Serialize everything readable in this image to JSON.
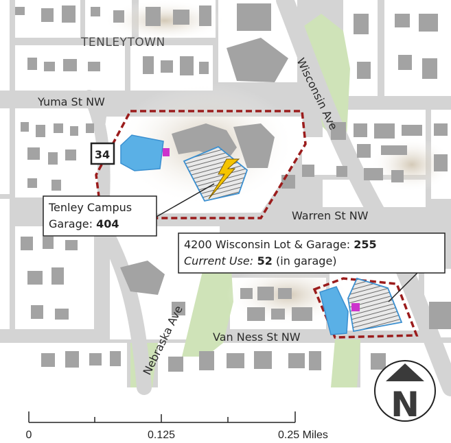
{
  "colors": {
    "background": "#d4d4d4",
    "block": "#ffffff",
    "building": "#a3a3a3",
    "park": "#cfe3b8",
    "boundary": "#9b1c1c",
    "lot": "#5ab0e6",
    "garage_outline": "#3a8fd0",
    "electric": "#f5c400",
    "marker": "#cc33cc"
  },
  "neighborhood": "TENLEYTOWN",
  "streets": {
    "yuma": "Yuma St NW",
    "warren": "Warren St NW",
    "van_ness": "Van Ness St NW",
    "wisconsin": "Wisconsin Ave",
    "nebraska": "Nebraska Ave"
  },
  "route_shield": "34",
  "callouts": {
    "tenley": {
      "line1": "Tenley Campus",
      "line2_label": "Garage: ",
      "line2_value": "404"
    },
    "wisconsin": {
      "line1_label": "4200 Wisconsin Lot & Garage: ",
      "line1_value": "255",
      "line2_label": "Current Use:",
      "line2_value": " 52",
      "line2_suffix": " (in garage)"
    }
  },
  "icons": {
    "electric": "lightning-bolt-icon",
    "north": "north-arrow-icon"
  },
  "north_label": "N",
  "scale": {
    "ticks": [
      "0",
      "0.125",
      "0.25 Miles"
    ]
  }
}
